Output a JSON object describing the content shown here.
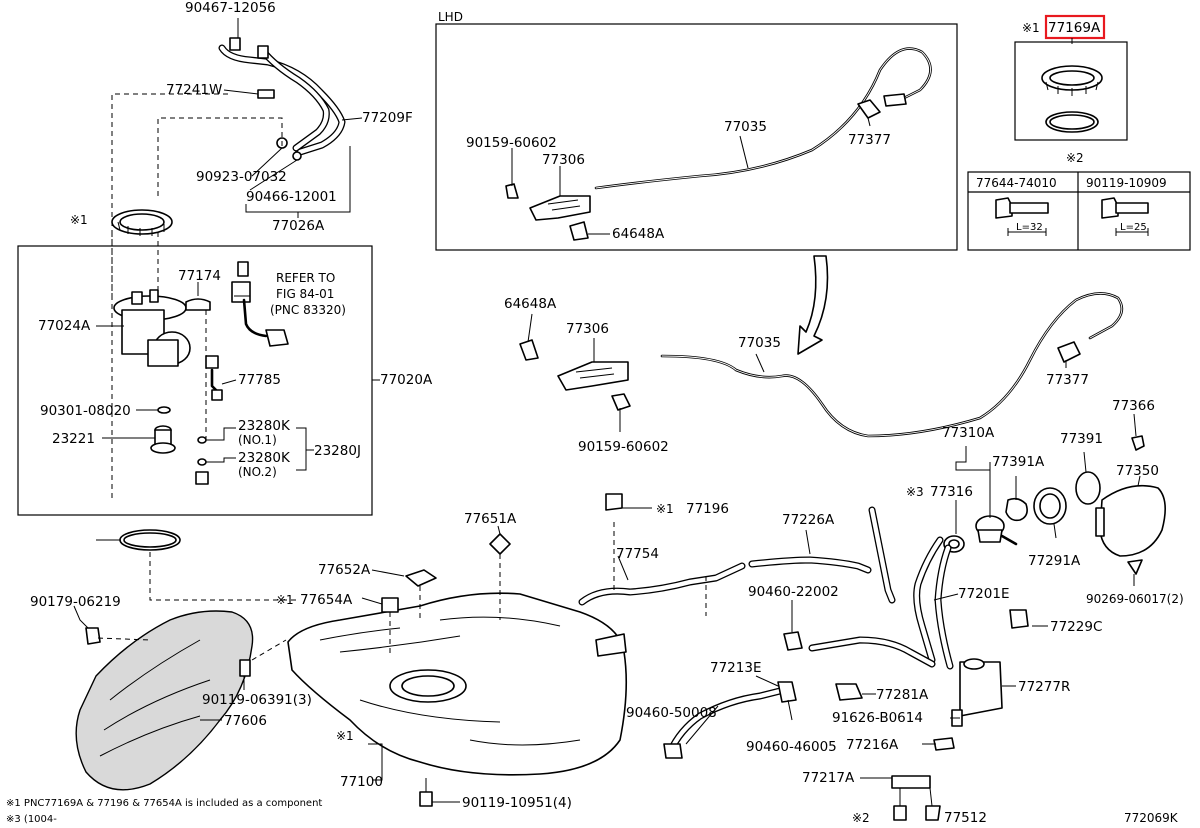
{
  "diagram": {
    "figure_code": "772069K",
    "lhd_label": "LHD",
    "refer": {
      "line1": "REFER TO",
      "line2": "FIG 84-01",
      "line3": "(PNC 83320)"
    },
    "notes": {
      "note1": "※1 PNC77169A & 77196 & 77654A is included as a component",
      "note3": "※3 (1004-"
    },
    "marks": {
      "m1": "※1",
      "m2": "※2",
      "m3": "※3"
    },
    "box_77644_label": "77644-74010",
    "box_90119_label": "90119-10909",
    "dim_l32": "L=32",
    "dim_l25": "L=25",
    "parts": {
      "p90467": "90467-12056",
      "p77241w": "77241W",
      "p77209f": "77209F",
      "p90923": "90923-07032",
      "p90466": "90466-12001",
      "p77026a": "77026A",
      "p77174": "77174",
      "p77024a": "77024A",
      "p77785": "77785",
      "p77020a": "77020A",
      "p90301": "90301-08020",
      "p23221": "23221",
      "p23280k1": "23280K",
      "p23280k1sub": "(NO.1)",
      "p23280j": "23280J",
      "p23280k2": "23280K",
      "p23280k2sub": "(NO.2)",
      "p90159a": "90159-60602",
      "p77306a": "77306",
      "p77035a": "77035",
      "p77377a": "77377",
      "p64648a_a": "64648A",
      "p77169a": "77169A",
      "p64648a_b": "64648A",
      "p77306b": "77306",
      "p77035b": "77035",
      "p77377b": "77377",
      "p90159b": "90159-60602",
      "p77366": "77366",
      "p77310a": "77310A",
      "p77391": "77391",
      "p77391a": "77391A",
      "p77316": "77316",
      "p77350": "77350",
      "p77291a": "77291A",
      "p90269": "90269-06017(2)",
      "p77196": "77196",
      "p77651a": "77651A",
      "p77226a": "77226A",
      "p77754": "77754",
      "p77652a": "77652A",
      "p77654a": "77654A",
      "p90179": "90179-06219",
      "p90460_22002": "90460-22002",
      "p77201e": "77201E",
      "p77229c": "77229C",
      "p77277r": "77277R",
      "p77213e": "77213E",
      "p77281a": "77281A",
      "p90119_06391": "90119-06391(3)",
      "p77606": "77606",
      "p90460_50008": "90460-50008",
      "p91626": "91626-B0614",
      "p90460_46005": "90460-46005",
      "p77216a": "77216A",
      "p77100": "77100",
      "p77217a": "77217A",
      "p90119_10951": "90119-10951(4)",
      "p77512": "77512"
    }
  }
}
